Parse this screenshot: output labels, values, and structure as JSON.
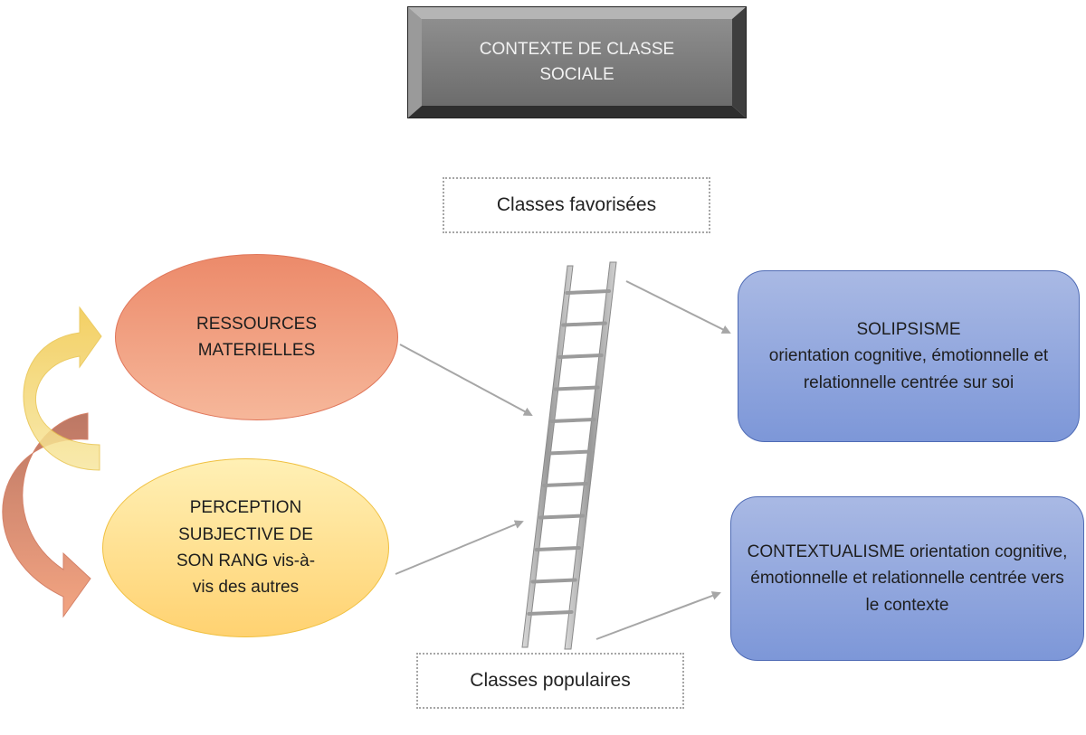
{
  "title": "CONTEXTE DE CLASSE SOCIALE",
  "labels": {
    "top": "Classes favorisées",
    "bottom": "Classes populaires"
  },
  "ellipses": {
    "resources": "RESSOURCES MATERIELLES",
    "perception": "PERCEPTION SUBJECTIVE DE SON RANG vis-à-vis des autres"
  },
  "boxes": {
    "solipsisme_title": "SOLIPSISME",
    "solipsisme_text": "orientation cognitive, émotionnelle et relationnelle centrée sur soi",
    "contextualisme_text": "CONTEXTUALISME orientation cognitive, émotionnelle et relationnelle centrée vers le contexte"
  },
  "colors": {
    "title_box": "#7a7a7a",
    "resources": "#f0a080",
    "perception": "#ffe08a",
    "outcome_boxes": "#93a8de",
    "connector_arrows": "#a6a6a6",
    "curved_arrow_yellow": "#f5d15a",
    "curved_arrow_orange": "#d9785a"
  },
  "icons": {
    "ladder": "ladder-icon"
  }
}
